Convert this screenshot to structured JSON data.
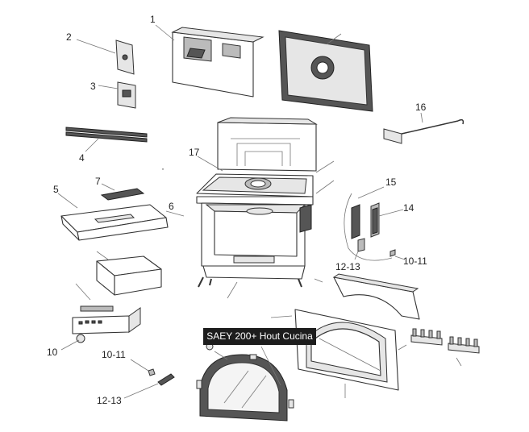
{
  "labels": {
    "p1": "1",
    "p2": "2",
    "p3": "3",
    "p4": "4",
    "p5": "5",
    "p6": "6",
    "p7": "7",
    "p10": "10",
    "p10_11a": "10-11",
    "p10_11b": "10-11",
    "p12_13a": "12-13",
    "p12_13b": "12-13",
    "p14": "14",
    "p15": "15",
    "p16": "16",
    "p17": "17"
  },
  "tooltip": "SAEY 200+ Hout Cucina"
}
